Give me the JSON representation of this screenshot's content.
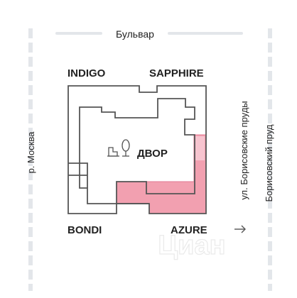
{
  "streets": {
    "top": "Бульвар",
    "left": "р. Москва",
    "right_inner": "ул. Борисовские пруды",
    "right_outer": "Борисовский пруд"
  },
  "buildings": {
    "indigo": "INDIGO",
    "sapphire": "SAPPHIRE",
    "bondi": "BONDI",
    "azure": "AZURE"
  },
  "courtyard": {
    "label": "ДВОР",
    "icons": [
      "playground-icon",
      "tree-icon"
    ]
  },
  "watermark": "Циан",
  "direction_icon": "arrow-right-icon",
  "colors": {
    "highlight": "#f2a0b0",
    "highlight_stroke": "#e07a92",
    "outline": "#555555",
    "road": "#e3e6ea",
    "text": "#222222"
  }
}
